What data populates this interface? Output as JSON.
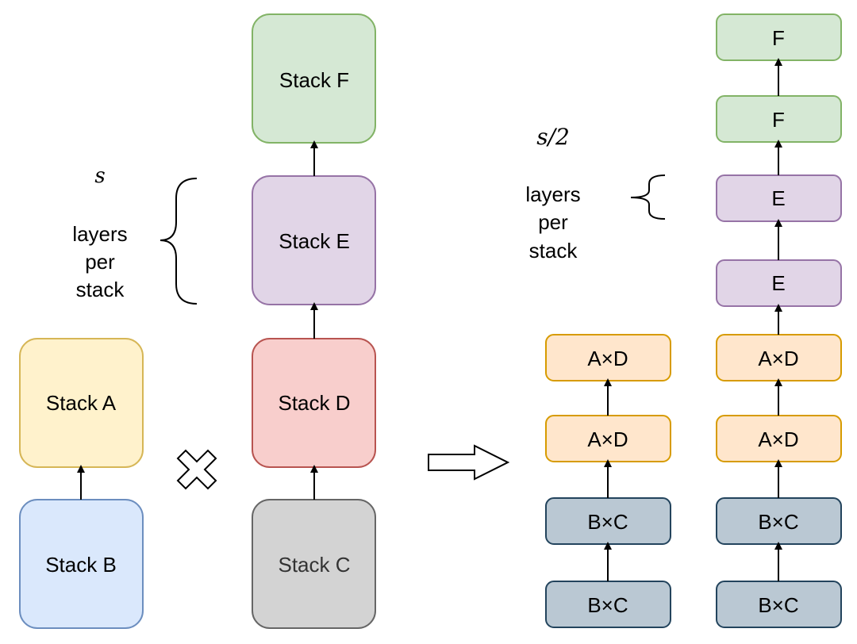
{
  "left_diagram": {
    "stack_a": "Stack A",
    "stack_b": "Stack B",
    "stack_c": "Stack C",
    "stack_d": "Stack D",
    "stack_e": "Stack E",
    "stack_f": "Stack F",
    "layers_symbol": "s",
    "layers_line1": "layers",
    "layers_line2": "per",
    "layers_line3": "stack"
  },
  "right_diagram": {
    "layers_symbol": "s/2",
    "layers_line1": "layers",
    "layers_line2": "per",
    "layers_line3": "stack",
    "col1": [
      "B×C",
      "B×C",
      "A×D",
      "A×D"
    ],
    "col2": [
      "B×C",
      "B×C",
      "A×D",
      "A×D",
      "E",
      "E",
      "F",
      "F"
    ]
  },
  "colors": {
    "stack_a_fill": "#fff2cc",
    "stack_a_stroke": "#d6b656",
    "stack_b_fill": "#dae8fc",
    "stack_b_stroke": "#6c8ebf",
    "stack_c_fill": "#d3d3d3",
    "stack_c_stroke": "#666666",
    "stack_d_fill": "#f8cecc",
    "stack_d_stroke": "#b85450",
    "stack_e_fill": "#e1d5e7",
    "stack_e_stroke": "#9673a6",
    "stack_f_fill": "#d5e8d4",
    "stack_f_stroke": "#82b366",
    "ad_fill": "#ffe6cc",
    "ad_stroke": "#d79b00",
    "bc_fill": "#bac8d3",
    "bc_stroke": "#23445d"
  },
  "icons": [
    "multiply-cross-icon",
    "right-arrow-icon"
  ]
}
